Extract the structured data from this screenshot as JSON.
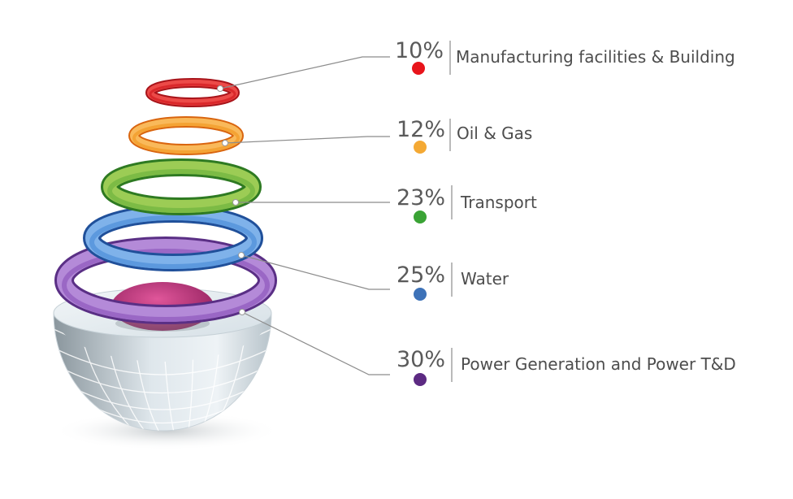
{
  "segments": [
    {
      "percent": "10%",
      "label": "Manufacturing facilities & Building",
      "color": "#e8141b",
      "ring_color": "#d31a1f"
    },
    {
      "percent": "12%",
      "label": "Oil & Gas",
      "color": "#f4a934",
      "ring_color": "#f19a1c"
    },
    {
      "percent": "23%",
      "label": "Transport",
      "color": "#3aa335",
      "ring_color": "#5fae35"
    },
    {
      "percent": "25%",
      "label": "Water",
      "color": "#3d72b8",
      "ring_color": "#4d8fd8"
    },
    {
      "percent": "30%",
      "label": "Power Generation and Power T&D",
      "color": "#5c2a82",
      "ring_color": "#9a66c8"
    }
  ]
}
